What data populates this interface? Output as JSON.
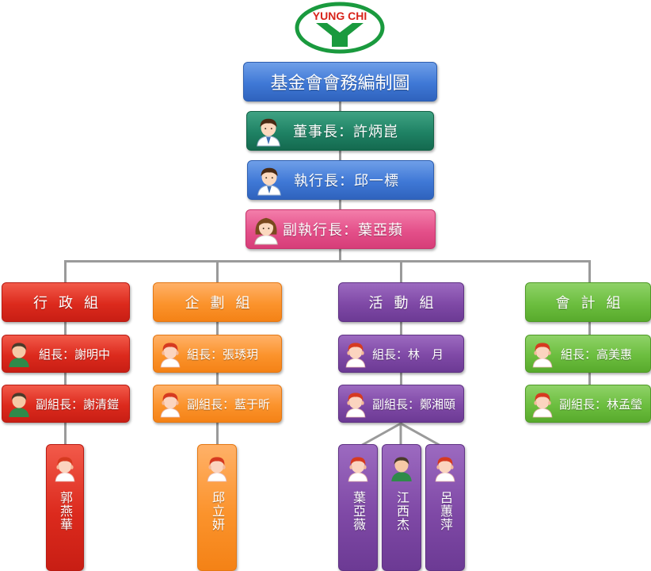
{
  "logo": {
    "text": "YUNG CHI",
    "letter": "Y",
    "color": "#1a9a3e"
  },
  "title": "基金會會務編制圖",
  "executives": {
    "chairman": "董事長：許炳崑",
    "ceo": "執行長：邱一標",
    "deputy_ceo": "副執行長：葉亞蘋"
  },
  "groups": [
    {
      "name": "行政組",
      "color": "#dc2a1d",
      "leader": "組長：謝明中",
      "deputy": "副組長：謝清鎧",
      "members": [
        "郭燕華"
      ]
    },
    {
      "name": "企劃組",
      "color": "#fb932c",
      "leader": "組長：張琇玥",
      "deputy": "副組長：藍于昕",
      "members": [
        "邱立妍"
      ]
    },
    {
      "name": "活動組",
      "color": "#7f49a6",
      "leader": "組長：林　月",
      "deputy": "副組長：鄭湘頤",
      "members": [
        "葉亞薇",
        "江西杰",
        "呂蕙萍"
      ]
    },
    {
      "name": "會計組",
      "color": "#6cbe3f",
      "leader": "組長：高美惠",
      "deputy": "副組長：林孟瑩",
      "members": []
    }
  ]
}
